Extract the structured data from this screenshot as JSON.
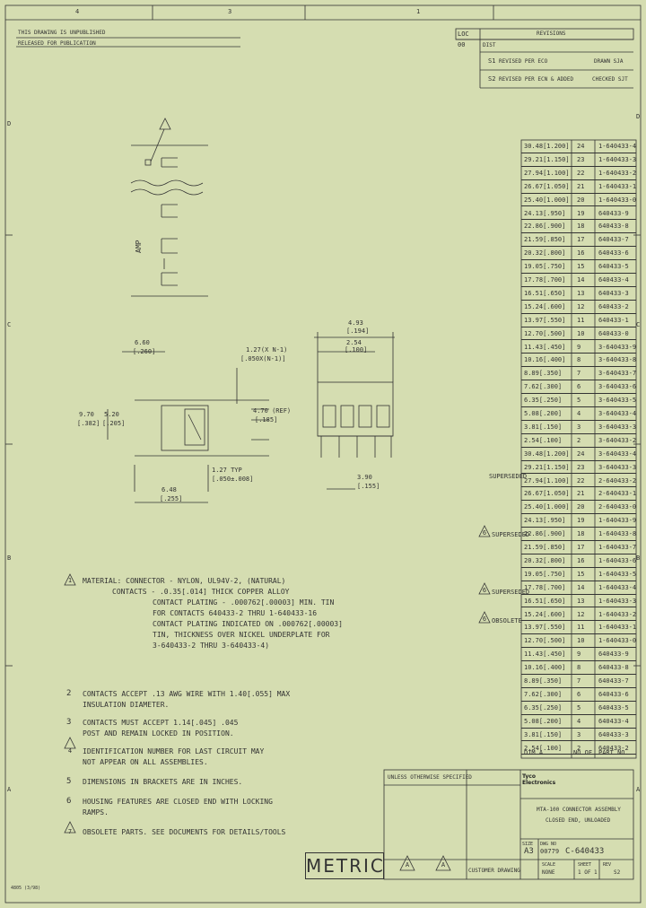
{
  "border": {
    "top_zones": [
      "4",
      "3",
      "1"
    ],
    "left_zones": [
      "D",
      "C",
      "B",
      "A"
    ],
    "right_zones": [
      "D",
      "C",
      "B",
      "A"
    ]
  },
  "revision": {
    "header_left": "THIS DRAWING IS UNPUBLISHED",
    "header_sub": "RELEASED FOR PUBLICATION",
    "loc_label": "LOC",
    "dist_label": "DIST",
    "rev_code": "00",
    "revisions_title": "REVISIONS",
    "rev1_ltr": "S1",
    "rev1_desc": "REVISED PER ECO",
    "rev1_dwn": "DRAWN SJA",
    "rev2_ltr": "S2",
    "rev2_desc": "REVISED PER ECN & ADDED",
    "rev2_dwn": "CHECKED SJT"
  },
  "drawing_labels": {
    "dim_left_top": "6.60",
    "dim_left_top_in": "[.260]",
    "dim_overall": "1.27(X N-1)",
    "dim_overall_in": "[.050X(N-1)]",
    "dim_h1": "9.70",
    "dim_h1_in": "[.382]",
    "dim_h2": "5.20",
    "dim_h2_in": "[.205]",
    "dim_right": "4.70 (REF)",
    "dim_right_in": "[.185]",
    "dim_pitch": "1.27 TYP",
    "dim_pitch_in": "[.050±.008]",
    "dim_bottom": "6.48",
    "dim_bottom_in": "[.255]",
    "dim_end_top": "4.93",
    "dim_end_top_in": "[.194]",
    "dim_end_mid": "2.54",
    "dim_end_mid_in": "[.100]",
    "dim_end_bottom": "3.90",
    "dim_end_bottom_in": "[.155]",
    "pin_label": "AMP"
  },
  "part_table": {
    "rows": [
      {
        "dim": "30.48[1.200]",
        "n": "24",
        "part": "1-640433-4"
      },
      {
        "dim": "29.21[1.150]",
        "n": "23",
        "part": "1-640433-3"
      },
      {
        "dim": "27.94[1.100]",
        "n": "22",
        "part": "1-640433-2"
      },
      {
        "dim": "26.67[1.050]",
        "n": "21",
        "part": "1-640433-1"
      },
      {
        "dim": "25.40[1.000]",
        "n": "20",
        "part": "1-640433-0"
      },
      {
        "dim": "24.13[.950]",
        "n": "19",
        "part": "640433-9"
      },
      {
        "dim": "22.86[.900]",
        "n": "18",
        "part": "640433-8"
      },
      {
        "dim": "21.59[.850]",
        "n": "17",
        "part": "640433-7"
      },
      {
        "dim": "20.32[.800]",
        "n": "16",
        "part": "640433-6"
      },
      {
        "dim": "19.05[.750]",
        "n": "15",
        "part": "640433-5"
      },
      {
        "dim": "17.78[.700]",
        "n": "14",
        "part": "640433-4"
      },
      {
        "dim": "16.51[.650]",
        "n": "13",
        "part": "640433-3"
      },
      {
        "dim": "15.24[.600]",
        "n": "12",
        "part": "640433-2"
      },
      {
        "dim": "13.97[.550]",
        "n": "11",
        "part": "640433-1"
      },
      {
        "dim": "12.70[.500]",
        "n": "10",
        "part": "640433-0"
      },
      {
        "dim": "11.43[.450]",
        "n": "9",
        "part": "3-640433-9"
      },
      {
        "dim": "10.16[.400]",
        "n": "8",
        "part": "3-640433-8"
      },
      {
        "dim": "8.89[.350]",
        "n": "7",
        "part": "3-640433-7"
      },
      {
        "dim": "7.62[.300]",
        "n": "6",
        "part": "3-640433-6"
      },
      {
        "dim": "6.35[.250]",
        "n": "5",
        "part": "3-640433-5"
      },
      {
        "dim": "5.08[.200]",
        "n": "4",
        "part": "3-640433-4"
      },
      {
        "dim": "3.81[.150]",
        "n": "3",
        "part": "3-640433-3"
      },
      {
        "dim": "2.54[.100]",
        "n": "2",
        "part": "3-640433-2"
      },
      {
        "dim": "30.48[1.200]",
        "n": "24",
        "part": "3-640433-4"
      },
      {
        "dim": "29.21[1.150]",
        "n": "23",
        "part": "3-640433-3"
      },
      {
        "dim": "27.94[1.100]",
        "n": "22",
        "part": "2-640433-2"
      },
      {
        "dim": "26.67[1.050]",
        "n": "21",
        "part": "2-640433-1"
      },
      {
        "dim": "25.40[1.000]",
        "n": "20",
        "part": "2-640433-0"
      },
      {
        "dim": "24.13[.950]",
        "n": "19",
        "part": "1-640433-9"
      },
      {
        "dim": "22.86[.900]",
        "n": "18",
        "part": "1-640433-8"
      },
      {
        "dim": "21.59[.850]",
        "n": "17",
        "part": "1-640433-7"
      },
      {
        "dim": "20.32[.800]",
        "n": "16",
        "part": "1-640433-6"
      },
      {
        "dim": "19.05[.750]",
        "n": "15",
        "part": "1-640433-5"
      },
      {
        "dim": "17.78[.700]",
        "n": "14",
        "part": "1-640433-4"
      },
      {
        "dim": "16.51[.650]",
        "n": "13",
        "part": "1-640433-3"
      },
      {
        "dim": "15.24[.600]",
        "n": "12",
        "part": "1-640433-2"
      },
      {
        "dim": "13.97[.550]",
        "n": "11",
        "part": "1-640433-1"
      },
      {
        "dim": "12.70[.500]",
        "n": "10",
        "part": "1-640433-0"
      },
      {
        "dim": "11.43[.450]",
        "n": "9",
        "part": "640433-9"
      },
      {
        "dim": "10.16[.400]",
        "n": "8",
        "part": "640433-8"
      },
      {
        "dim": "8.89[.350]",
        "n": "7",
        "part": "640433-7"
      },
      {
        "dim": "7.62[.300]",
        "n": "6",
        "part": "640433-6"
      },
      {
        "dim": "6.35[.250]",
        "n": "5",
        "part": "640433-5"
      },
      {
        "dim": "5.08[.200]",
        "n": "4",
        "part": "640433-4"
      },
      {
        "dim": "3.81[.150]",
        "n": "3",
        "part": "640433-3"
      },
      {
        "dim": "2.54[.100]",
        "n": "2",
        "part": "640433-2"
      }
    ],
    "header_dim": "DIM A",
    "header_n": "NO OF",
    "header_part": "PART NO.",
    "side_notes": [
      {
        "label": "SUPERSEDED",
        "tri": ""
      },
      {
        "label": "SUPERSEDED",
        "tri": "6"
      },
      {
        "label": "SUPERSEDED",
        "tri": "6"
      },
      {
        "label": "OBSOLETE",
        "tri": "6"
      }
    ]
  },
  "notes": [
    {
      "num": "1",
      "tri": true,
      "lines": [
        "MATERIAL: CONNECTOR - NYLON, UL94V-2, (NATURAL)",
        "CONTACTS - .0.35[.014] THICK COPPER ALLOY",
        "CONTACT PLATING - .000762[.00003] MIN. TIN",
        "FOR CONTACTS 640433-2 THRU 1-640433-16",
        "CONTACT PLATING INDICATED ON .000762[.00003]",
        "TIN, THICKNESS OVER NICKEL UNDERPLATE FOR",
        "3-640433-2 THRU 3-640433-4)"
      ]
    },
    {
      "num": "2",
      "tri": false,
      "lines": [
        "CONTACTS ACCEPT .13 AWG WIRE WITH 1.40[.055] MAX",
        "INSULATION DIAMETER."
      ]
    },
    {
      "num": "3",
      "tri": false,
      "lines": [
        "CONTACTS MUST ACCEPT 1.14[.045] .045",
        "POST AND REMAIN LOCKED IN POSITION."
      ]
    },
    {
      "num": "4",
      "tri": true,
      "lines": [
        "IDENTIFICATION NUMBER FOR LAST CIRCUIT MAY",
        "NOT APPEAR ON ALL ASSEMBLIES."
      ]
    },
    {
      "num": "5",
      "tri": false,
      "lines": [
        "DIMENSIONS IN BRACKETS ARE IN INCHES."
      ]
    },
    {
      "num": "6",
      "tri": false,
      "lines": [
        "HOUSING FEATURES ARE CLOSED END WITH LOCKING",
        "RAMPS."
      ]
    },
    {
      "num": "7",
      "tri": true,
      "lines": [
        "OBSOLETE PARTS. SEE DOCUMENTS FOR DETAILS/TOOLS"
      ]
    }
  ],
  "title_block": {
    "metric": "METRIC",
    "company_line1": "Tyco",
    "company_line2": "Electronics",
    "tolerance_title": "UNLESS OTHERWISE SPECIFIED",
    "title_line1": "MTA-100 CONNECTOR ASSEMBLY",
    "title_line2": "CLOSED END, UNLOADED",
    "dwg_no_label": "DWG NO",
    "dwg_no": "C-640433",
    "size_label": "SIZE",
    "size": "A3",
    "cage_code": "00779",
    "customer_drawing": "CUSTOMER DRAWING",
    "scale": "NONE",
    "sheet": "1 OF 1",
    "rev": "S2",
    "bottom_left_code": "4805 (3/98)",
    "sheet_label": "SHEET",
    "rev_label": "REV",
    "scale_label": "SCALE",
    "tri_a": "A",
    "tri_b": "A"
  }
}
